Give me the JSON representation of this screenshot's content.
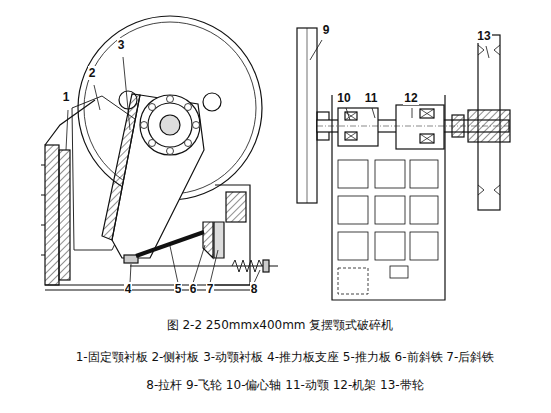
{
  "diagram": {
    "caption": "图 2-2 250mmx400mm 复摆颚式破碎机",
    "labels": [
      "1",
      "2",
      "3",
      "4",
      "5",
      "6",
      "7",
      "8",
      "9",
      "10",
      "11",
      "12",
      "13",
      "1-固定颚衬板 2-侧衬板 3-动颚衬板 4-推力板支座 5-推力板 6-前斜铁 7-后斜铁",
      "8-拉杆 9-飞轮 10-偏心轴 11-动颚 12-机架 13-带轮"
    ]
  }
}
